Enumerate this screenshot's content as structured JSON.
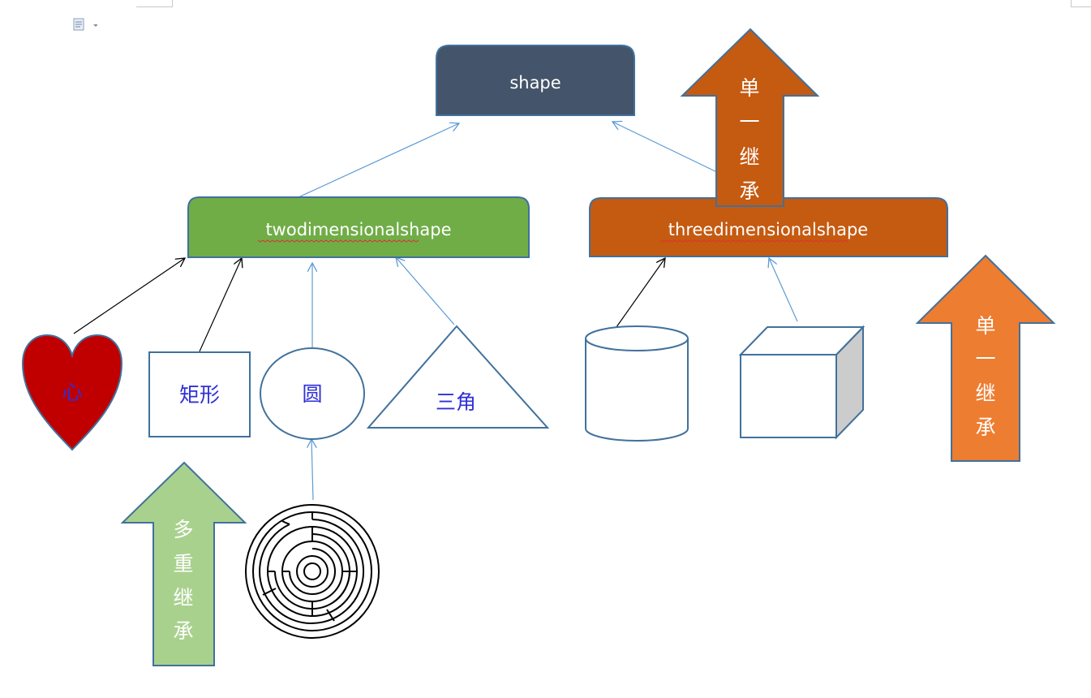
{
  "diagram": {
    "root": {
      "label": "shape",
      "color": "#44546a"
    },
    "two_d": {
      "label": "twodimensionalshape",
      "color": "#70ad47"
    },
    "three_d": {
      "label": "threedimensionalshape",
      "color": "#c55a11"
    },
    "shapes": {
      "heart": "心",
      "rectangle": "矩形",
      "circle": "圆",
      "triangle": "三角"
    },
    "block_arrows": {
      "single_inheritance_top": [
        "单",
        "一",
        "继",
        "承"
      ],
      "single_inheritance_right": [
        "单",
        "一",
        "继",
        "承"
      ],
      "multiple_inheritance": [
        "多",
        "重",
        "继",
        "承"
      ]
    },
    "colors": {
      "connector_blue": "#5b9bd5",
      "connector_black": "#000000",
      "outline": "#41719c",
      "heart_fill": "#c00000",
      "arrow_dark_orange": "#c55a11",
      "arrow_orange": "#ed7d31",
      "arrow_green": "#a9d18e",
      "cube_side": "#cccccc"
    }
  }
}
